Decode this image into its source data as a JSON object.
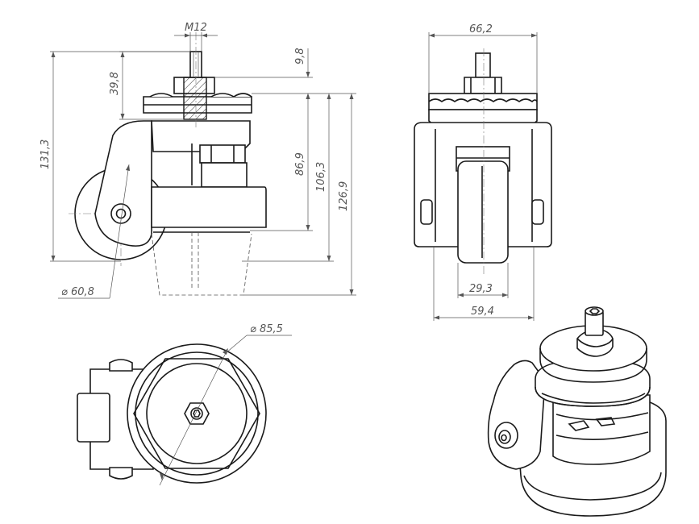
{
  "dimensions": {
    "thread": "M12",
    "stud_height": "39,8",
    "nut_offset": "9,8",
    "total_height": "131,3",
    "wheel_diameter": "⌀ 60,8",
    "body_height": "86,9",
    "height_mid": "106,3",
    "height_max": "126,9",
    "top_width": "66,2",
    "wheel_width": "29,3",
    "body_width": "59,4",
    "base_diameter": "⌀ 85,5"
  }
}
